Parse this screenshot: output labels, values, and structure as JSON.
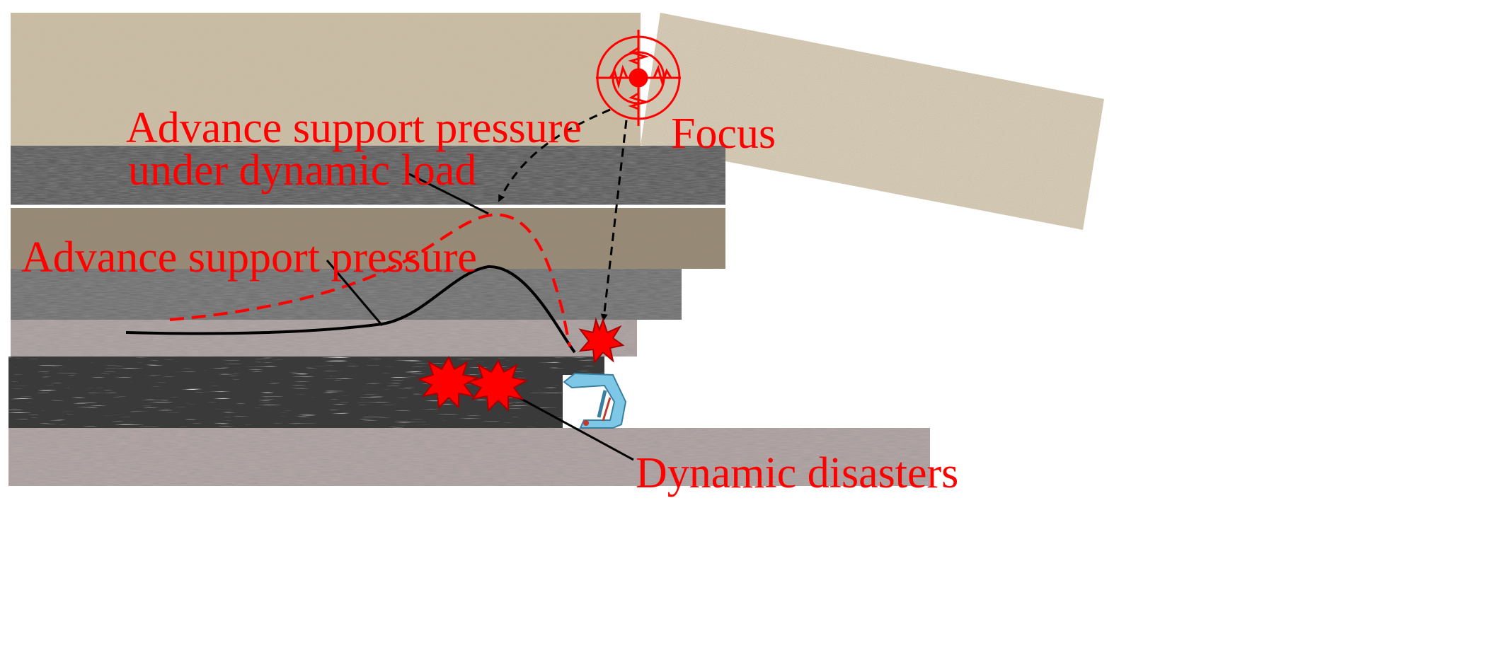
{
  "labels": {
    "focus": "Focus",
    "dynamic_pressure_line1": "Advance support pressure",
    "dynamic_pressure_line2": "under dynamic load",
    "static_pressure": "Advance support pressure",
    "disasters": "Dynamic disasters"
  },
  "colors": {
    "label_text": "#ff0000",
    "dynamic_curve": "#ff0000",
    "static_curve": "#000000",
    "arrow": "#000000",
    "explosion": "#ff0000",
    "support": "#7fc7e6"
  },
  "icons": {
    "focus": "seismic-focus-target-icon",
    "explosion": "explosion-burst-icon",
    "support": "hydraulic-support-icon"
  }
}
